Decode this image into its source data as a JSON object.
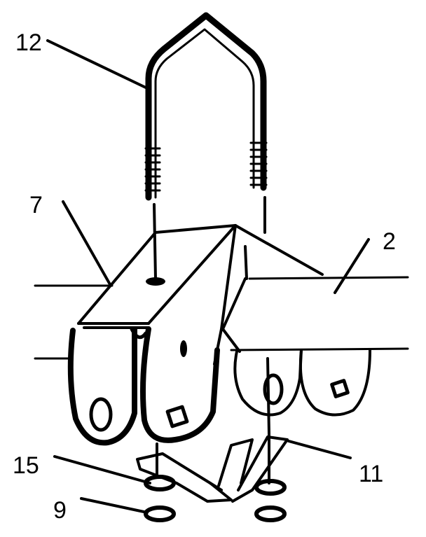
{
  "diagram": {
    "callouts": [
      {
        "id": "12",
        "text": "12"
      },
      {
        "id": "7",
        "text": "7"
      },
      {
        "id": "2",
        "text": "2"
      },
      {
        "id": "15",
        "text": "15"
      },
      {
        "id": "11",
        "text": "11"
      },
      {
        "id": "9",
        "text": "9"
      }
    ]
  },
  "colors": {
    "ink": "#000000",
    "paper": "#ffffff"
  }
}
